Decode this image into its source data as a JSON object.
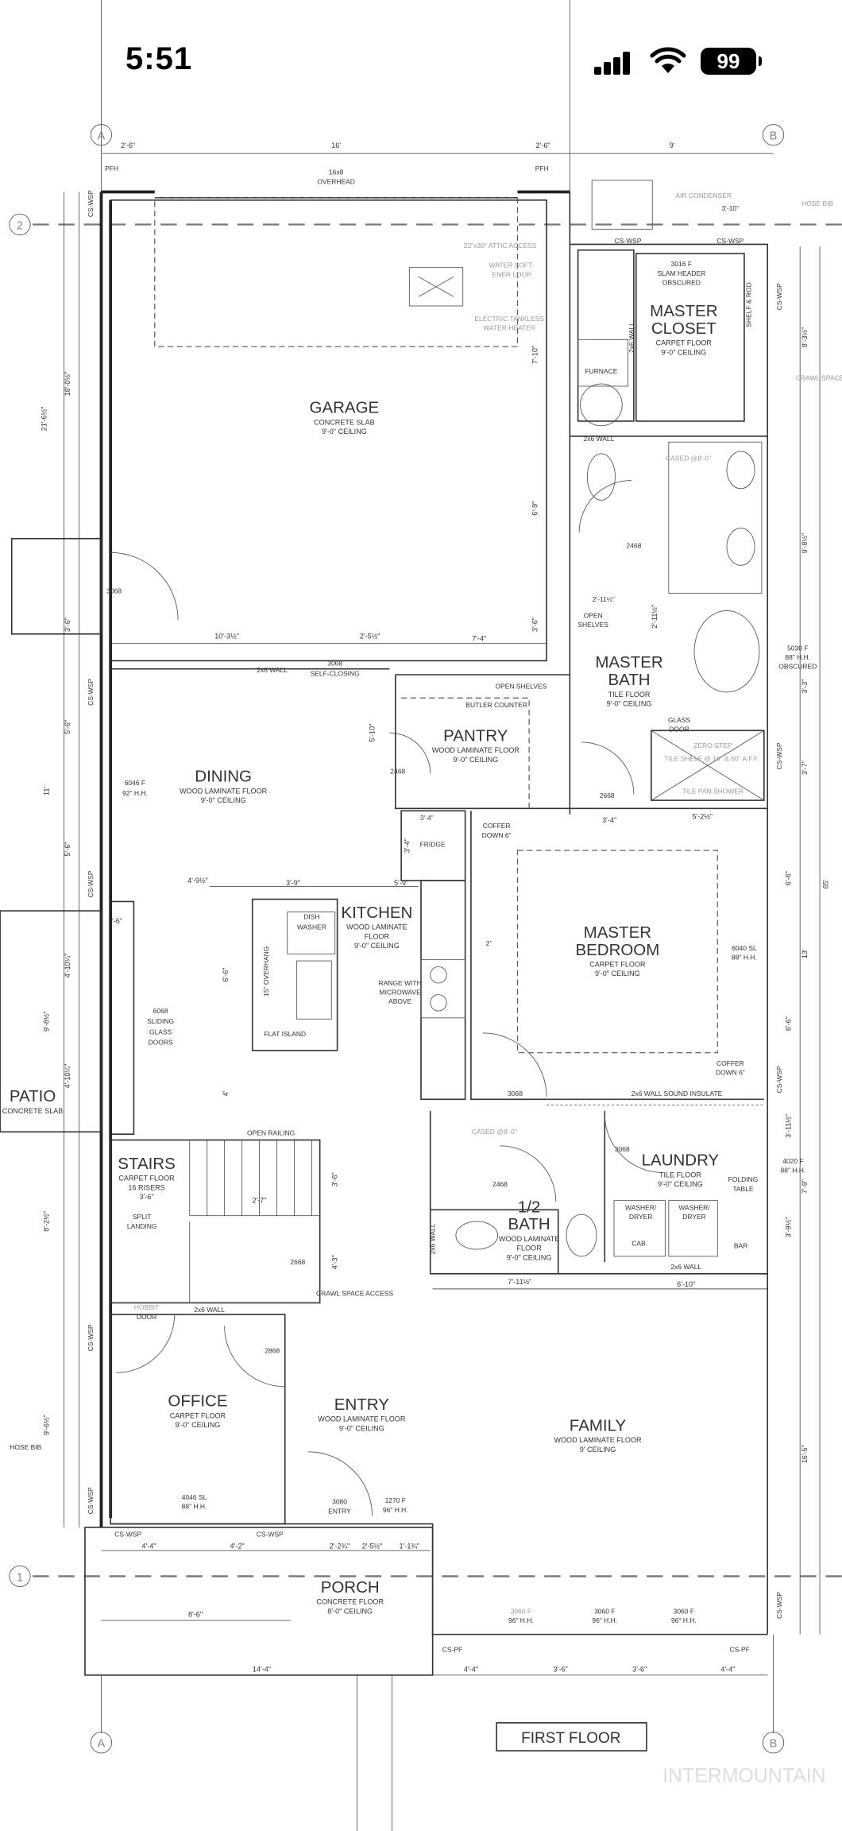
{
  "status_bar": {
    "time": "5:51",
    "battery": "99",
    "icons": [
      "cellular-signal-icon",
      "wifi-icon",
      "battery-icon"
    ]
  },
  "plan": {
    "title": "FIRST FLOOR",
    "watermark": "INTERMOUNTAIN",
    "grid_labels": [
      "A",
      "B",
      "2",
      "1",
      "A",
      "B"
    ],
    "rooms": [
      {
        "name": [
          "GARAGE"
        ],
        "details": [
          "CONCRETE SLAB",
          "9'-0\" CEILING"
        ]
      },
      {
        "name": [
          "MASTER",
          "CLOSET"
        ],
        "details": [
          "CARPET FLOOR",
          "9'-0\" CEILING"
        ]
      },
      {
        "name": [
          "MASTER",
          "BATH"
        ],
        "details": [
          "TILE FLOOR",
          "9'-0\" CEILING"
        ]
      },
      {
        "name": [
          "PANTRY"
        ],
        "details": [
          "WOOD LAMINATE FLOOR",
          "9'-0\" CEILING"
        ]
      },
      {
        "name": [
          "DINING"
        ],
        "details": [
          "WOOD LAMINATE FLOOR",
          "9'-0\" CEILING"
        ]
      },
      {
        "name": [
          "KITCHEN"
        ],
        "details": [
          "WOOD LAMINATE",
          "FLOOR",
          "9'-0\" CEILING"
        ]
      },
      {
        "name": [
          "MASTER",
          "BEDROOM"
        ],
        "details": [
          "CARPET FLOOR",
          "9'-0\" CEILING"
        ]
      },
      {
        "name": [
          "STAIRS"
        ],
        "details": [
          "CARPET FLOOR",
          "16 RISERS",
          "3'-6\""
        ]
      },
      {
        "name": [
          "LAUNDRY"
        ],
        "details": [
          "TILE FLOOR",
          "9'-0\" CEILING"
        ]
      },
      {
        "name": [
          "1/2",
          "BATH"
        ],
        "details": [
          "WOOD LAMINATE",
          "FLOOR",
          "9'-0\" CEILING"
        ]
      },
      {
        "name": [
          "OFFICE"
        ],
        "details": [
          "CARPET FLOOR",
          "9'-0\" CEILING"
        ]
      },
      {
        "name": [
          "ENTRY"
        ],
        "details": [
          "WOOD LAMINATE FLOOR",
          "9'-0\" CEILING"
        ]
      },
      {
        "name": [
          "FAMILY"
        ],
        "details": [
          "WOOD LAMINATE FLOOR",
          "9' CEILING"
        ]
      },
      {
        "name": [
          "PORCH"
        ],
        "details": [
          "CONCRETE FLOOR",
          "8'-0\" CEILING"
        ]
      },
      {
        "name": [
          "PATIO"
        ],
        "details": [
          "CONCRETE SLAB"
        ]
      }
    ],
    "annotations": [
      "PFH",
      "PFH",
      "16x8",
      "OVERHEAD",
      "AIR CONDENSER",
      "3'-10\"",
      "HOSE BIB",
      "CS-WSP",
      "CS-WSP",
      "22\"x30\" ATTIC ACCESS",
      "WATER SOFT-",
      "ENER LOOP",
      "ELECTRIC TANKLESS",
      "WATER HEATER",
      "3016 F",
      "SLAM HEADER",
      "OBSCURED",
      "SHELF & ROD",
      "CRAWL SPACE",
      "FURNACE",
      "2x6 WALL",
      "2x6 WALL",
      "CASED @8'-0\"",
      "2468",
      "2'-11½\"",
      "OPEN",
      "SHELVES",
      "3068",
      "2x6 WALL",
      "3068",
      "SELF-CLOSING",
      "5030 F",
      "88\" H.H.",
      "OBSCURED",
      "OPEN SHELVES",
      "BUTLER COUNTER",
      "2468",
      "2668",
      "GLASS",
      "DOOR",
      "ZERO-STEP",
      "TILE SHELF @ 18\" & 60\" A.F.F.",
      "TILE PAN SHOWER",
      "6046 F",
      "92\" H.H.",
      "3'-4\"",
      "FRIDGE",
      "COFFER",
      "DOWN 6\"",
      "DISH",
      "WASHER",
      "RANGE WITH",
      "MICROWAVE",
      "ABOVE",
      "FLAT ISLAND",
      "6068",
      "SLIDING",
      "GLASS",
      "DOORS",
      "6040 SL",
      "88\" H.H.",
      "2'",
      "COFFER",
      "DOWN 6\"",
      "3068",
      "2x6 WALL SOUND INSULATE",
      "OPEN RAILING",
      "CASED @8'-0\"",
      "3068",
      "FOLDING",
      "TABLE",
      "4020 F",
      "88\" H.H.",
      "2468",
      "WASHER/",
      "DRYER",
      "WASHER/",
      "DRYER",
      "CAB.",
      "BAR",
      "2x6 WALL",
      "SPLIT",
      "LANDING",
      "2668",
      "CRAWL SPACE ACCESS",
      "HOBBIT",
      "DOOR",
      "2x6 WALL",
      "2868",
      "4046 SL",
      "88\" H.H.",
      "3080",
      "ENTRY",
      "1270 F",
      "96\" H.H.",
      "CS-WSP",
      "CS-WSP",
      "HOSE BIB",
      "3060 F",
      "96\" H.H.",
      "3060 F",
      "96\" H.H.",
      "3060 F",
      "96\" H.H.",
      "CS-PF",
      "CS-PF",
      "2x6 WALL",
      "15\" OVERHANG"
    ],
    "dimensions": [
      "2'-6\"",
      "16'",
      "2'-6\"",
      "9'",
      "7'-10\"",
      "6'-9\"",
      "3'-6\"",
      "10'-3½\"",
      "2'-5½\"",
      "7'-4\"",
      "5'-10\"",
      "3'-4\"",
      "5'-2½\"",
      "4'-9½\"",
      "3'-9\"",
      "5'-9\"",
      "1'-6\"",
      "6'-6\"",
      "2'-7\"",
      "3'-6\"",
      "4'-3\"",
      "7'-11½\"",
      "6'-10\"",
      "4'-4\"",
      "4'-2\"",
      "2'-2¾\"",
      "2'-5½\"",
      "1'-1¾\"",
      "8'-6\"",
      "14'-4\"",
      "4'-4\"",
      "3'-6\"",
      "3'-6\"",
      "4'-4\"",
      "18'-0½\"",
      "21'-6½\"",
      "3'-6\"",
      "5'-6\"",
      "11'",
      "5'-6\"",
      "4'-10¼\"",
      "9'-8½\"",
      "4'-10¼\"",
      "8'-2½\"",
      "9'-6½\"",
      "8'-3½\"",
      "9'-8½\"",
      "3'-3\"",
      "3'-7\"",
      "6'-6\"",
      "13'",
      "6'-6\"",
      "65'",
      "3'-11½\"",
      "7'-9\"",
      "3'-9½\"",
      "16'-5\"",
      "2'-11½\"",
      "3'-4\"",
      "4'"
    ],
    "wall_codes": [
      "CS-WSP",
      "CS-WSP",
      "CS-WSP",
      "CS-WSP",
      "CS-WSP",
      "CS-WSP",
      "CS-WSP",
      "CS-WSP",
      "CS-WSP"
    ]
  }
}
